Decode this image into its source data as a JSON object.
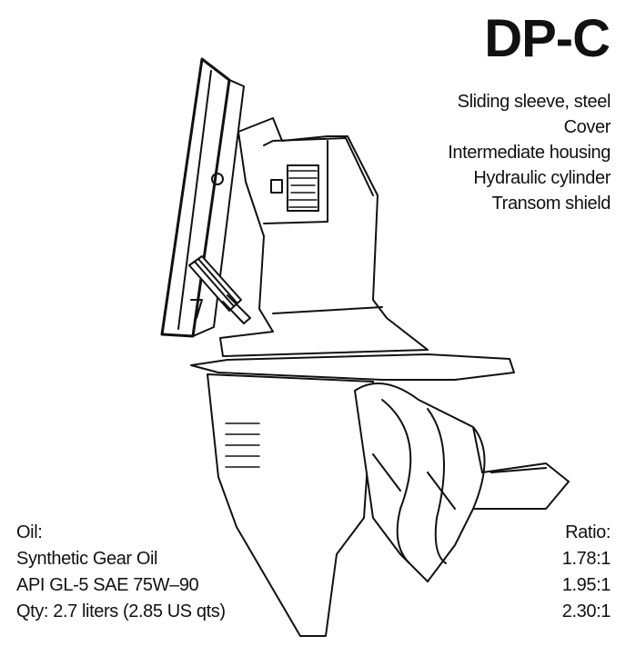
{
  "title": "DP-C",
  "parts": [
    "Sliding sleeve, steel",
    "Cover",
    "Intermediate housing",
    "Hydraulic cylinder",
    "Transom shield"
  ],
  "oil": {
    "label": "Oil:",
    "type": "Synthetic Gear Oil",
    "spec": "API GL-5 SAE 75W–90",
    "qty": "Qty: 2.7 liters (2.85 US qts)"
  },
  "ratio": {
    "label": "Ratio:",
    "values": [
      "1.78:1",
      "1.95:1",
      "2.30:1"
    ]
  }
}
